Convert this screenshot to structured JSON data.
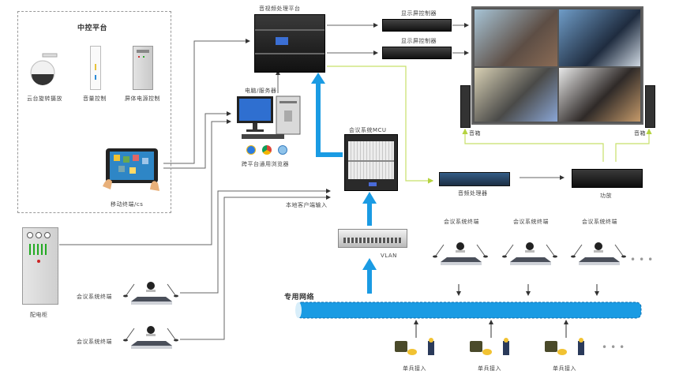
{
  "central_control": {
    "title": "中控平台",
    "devices": [
      {
        "name": "ptz-camera",
        "label": "云台旋转摄放"
      },
      {
        "name": "volume-control",
        "label": "音量控制"
      },
      {
        "name": "screen-power-control",
        "label": "屏体电源控制"
      }
    ],
    "mobile_terminal": {
      "label": "移动终端/cs"
    }
  },
  "power_cabinet": {
    "label": "配电柜"
  },
  "av_platform": {
    "label": "音视频处理平台"
  },
  "display_controllers": [
    {
      "label": "显示屏控制器"
    },
    {
      "label": "显示屏控制器"
    }
  ],
  "computer": {
    "label": "电脑/服务器",
    "browsers_label": "跨平台通用浏览器"
  },
  "mcu": {
    "label": "会议系统MCU"
  },
  "local_input": {
    "label": "本地客户端输入"
  },
  "vlan": {
    "label": "VLAN"
  },
  "audio_processor": {
    "label": "音频处理器"
  },
  "amplifier": {
    "label": "功放"
  },
  "speakers": [
    {
      "label": "音箱"
    },
    {
      "label": "音箱"
    }
  ],
  "private_network": {
    "label": "专用网络"
  },
  "left_terminals": [
    {
      "label": "会议系统终端"
    },
    {
      "label": "会议系统终端"
    }
  ],
  "right_terminals": [
    {
      "label": "会议系统终端"
    },
    {
      "label": "会议系统终端"
    },
    {
      "label": "会议系统终端"
    }
  ],
  "soldier_access": [
    {
      "label": "单兵接入"
    },
    {
      "label": "单兵接入"
    },
    {
      "label": "单兵接入"
    }
  ],
  "colors": {
    "network_blue": "#1a9be3",
    "audio_line": "#c8e06a",
    "wire": "#555555"
  }
}
